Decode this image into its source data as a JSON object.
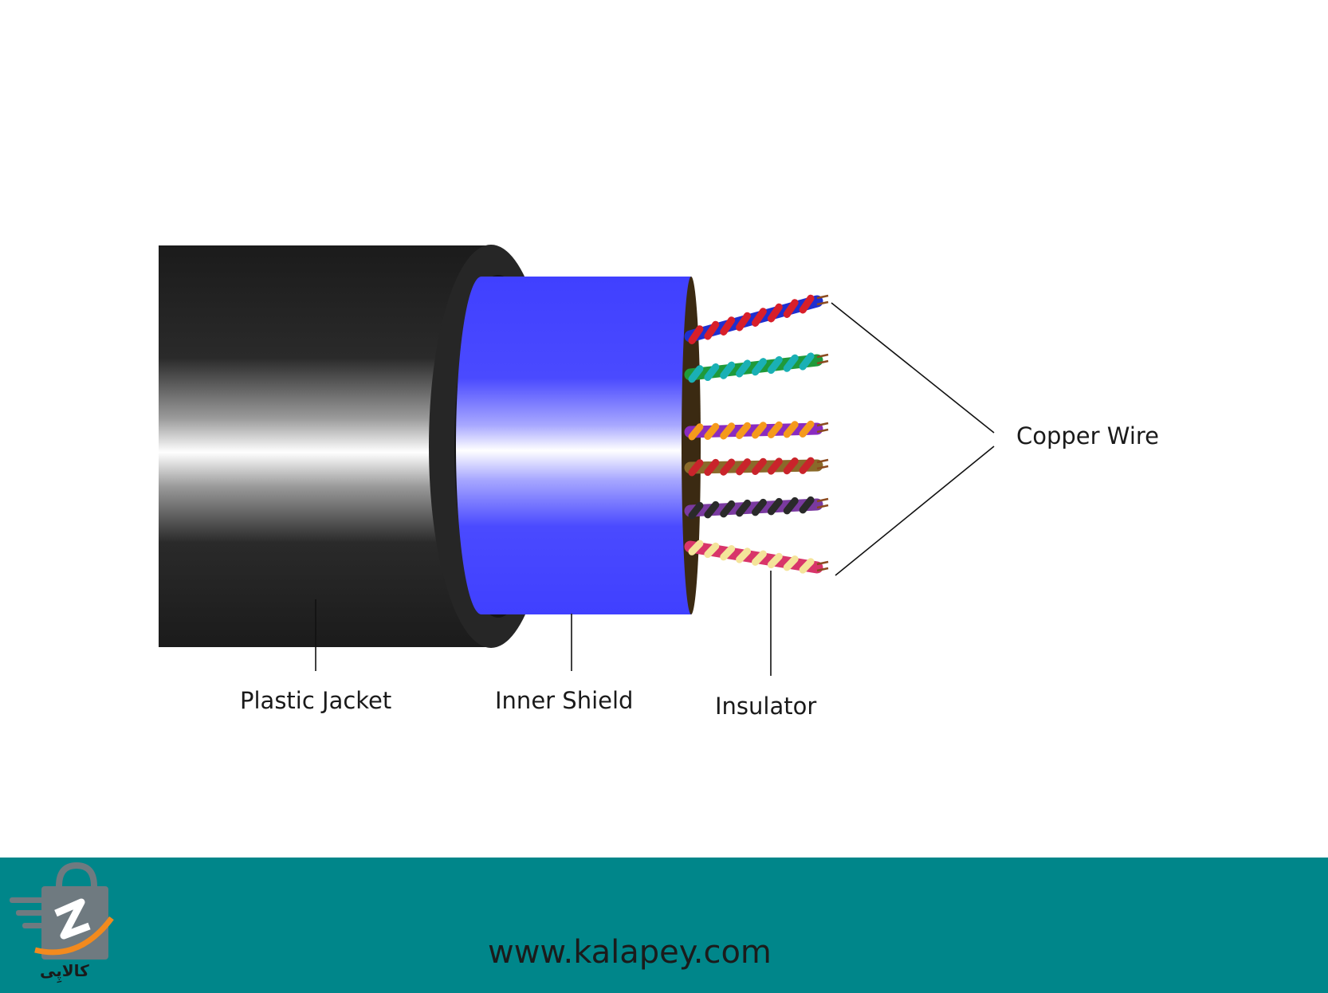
{
  "labels": {
    "plastic_jacket": "Plastic Jacket",
    "inner_shield": "Inner Shield",
    "insulator": "Insulator",
    "copper_wire": "Copper Wire"
  },
  "footer": {
    "url": "www.kalapey.com",
    "logo_text": "کالاپِی"
  },
  "colors": {
    "jacket": "#1c1c1c",
    "shield": "#3d3dff",
    "footer_bg": "#00868a",
    "copper": "#8b4a1f"
  },
  "wire_pairs": [
    {
      "a": "#d81f2a",
      "b": "#1e2fd0"
    },
    {
      "a": "#1ab0b5",
      "b": "#1f9a3a"
    },
    {
      "a": "#f59a1c",
      "b": "#8a2bc0"
    },
    {
      "a": "#c9242b",
      "b": "#8a6a2a"
    },
    {
      "a": "#2a2a2a",
      "b": "#7a3aa0"
    },
    {
      "a": "#f4e49a",
      "b": "#d8356a"
    }
  ]
}
